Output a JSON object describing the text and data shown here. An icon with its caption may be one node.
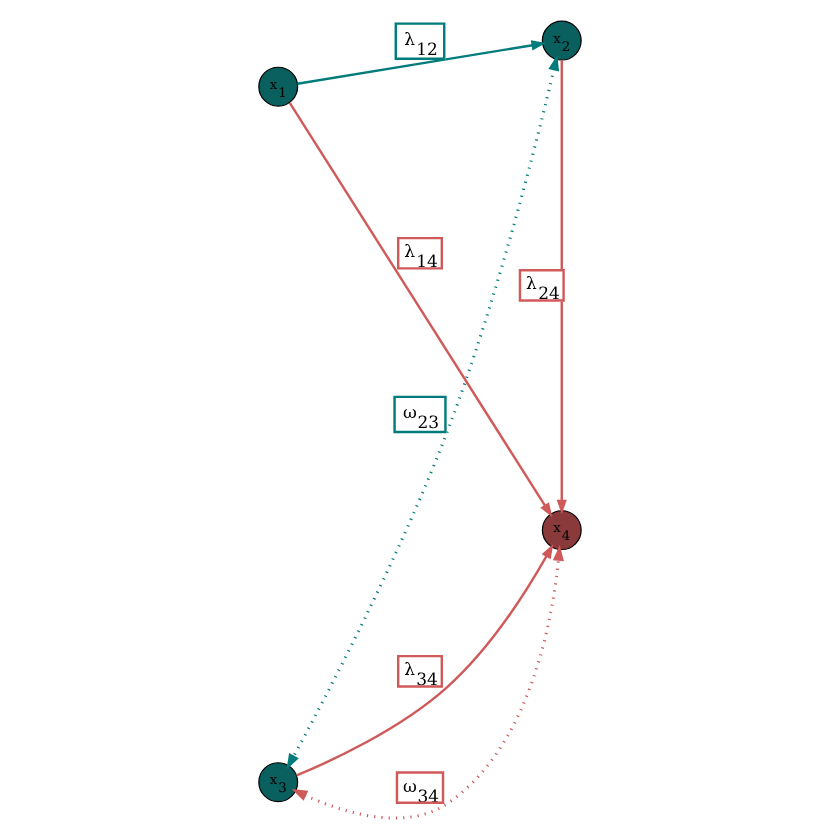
{
  "diagram": {
    "nodes": [
      {
        "text": [
          "x$_{1}$"
        ]
      },
      {
        "text": [
          "x$_{2}$"
        ]
      },
      {
        "text": [
          "x$_{3}$"
        ]
      },
      {
        "text": [
          "x$_{4}$"
        ]
      }
    ],
    "edges": [
      {
        "from": 0,
        "to": 1,
        "arrow": "to",
        "label": "λ$_{12}$",
        "color": "#007b7b"
      },
      {
        "from": 0,
        "to": 3,
        "arrow": "to",
        "label": "λ$_{14}$"
      },
      {
        "from": 1,
        "to": 3,
        "arrow": "to",
        "label": "λ$_{24}$"
      },
      {
        "from": 1,
        "to": 2,
        "arrow": "both",
        "label": "ω$_{23}$",
        "style": "dashed",
        "color": "#007b7b"
      },
      {
        "from": 2,
        "to": 3,
        "arrow": "to",
        "label": "λ$_{34}$"
      },
      {
        "from": 2,
        "to": 3,
        "arrow": "both",
        "label": "ω$_{34}$",
        "style": "dashed"
      }
    ]
  }
}
